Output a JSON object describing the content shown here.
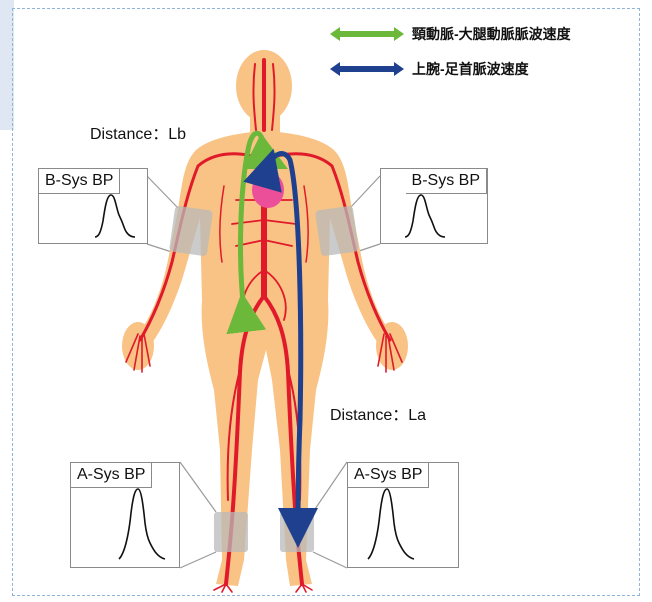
{
  "legend": [
    {
      "label": "頸動脈-大腿動脈脈波速度",
      "color": "#6bb83a"
    },
    {
      "label": "上腕-足首脈波速度",
      "color": "#1f3f8f"
    }
  ],
  "labels": {
    "distance_lb": "Distance：Lb",
    "distance_la": "Distance：La"
  },
  "boxes": {
    "left_upper": "B-Sys BP",
    "right_upper": "B-Sys BP",
    "left_lower": "A-Sys BP",
    "right_lower": "A-Sys BP"
  },
  "colors": {
    "skin": "#f8c385",
    "artery": "#e01a2a",
    "heart": "#ec4f9a",
    "cuff": "#b9b9b9",
    "frame": "#8fb3d9"
  }
}
